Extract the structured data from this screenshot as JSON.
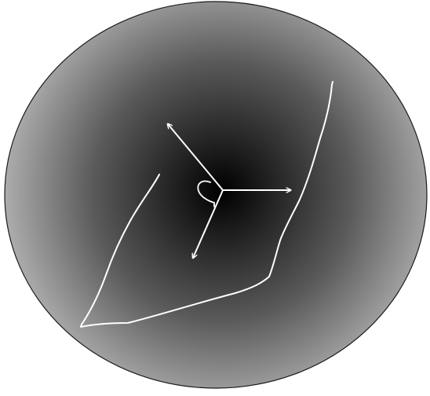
{
  "diagram": {
    "colors": {
      "disc_center": "#000000",
      "disc_mid": "#5a5a5a",
      "disc_edge": "#bdbdbd",
      "disc_outline": "#1a1a1a",
      "strokes": "#ffffff"
    },
    "elements": [
      "gradient-disc",
      "hand-drawn-wedge-outline",
      "three-arrows-from-center",
      "angle-arc-marker"
    ]
  }
}
